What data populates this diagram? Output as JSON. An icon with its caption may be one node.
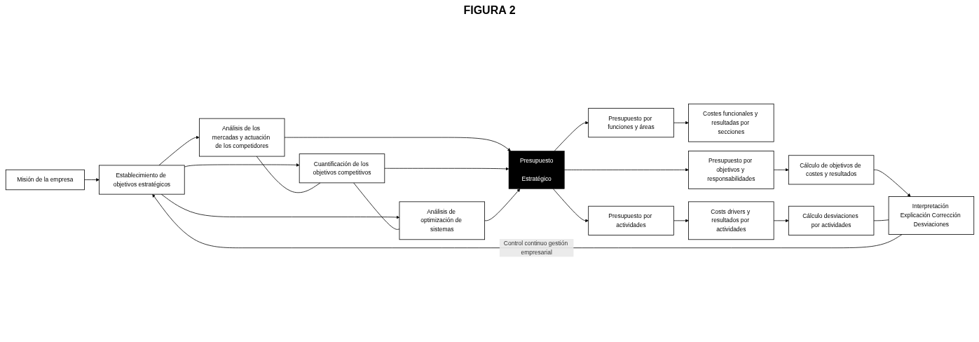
{
  "diagram": {
    "title": "FIGURA 2",
    "nodes": [
      {
        "text": [
          "Misión de la empresa"
        ]
      },
      {
        "text": [
          "Establecimiento de objetivos estratégicos"
        ]
      },
      {
        "text": [
          "Análisis de los mercadas y actuación de los competidores"
        ]
      },
      {
        "text": [
          "Cuantificación de los objetivos competitivos"
        ]
      },
      {
        "text": [
          "Análisis de optimización de sistemas"
        ]
      },
      {
        "text": [
          "Presupuesto",
          "Estratégico"
        ]
      },
      {
        "text": [
          "Presupuesto por funciones y áreas"
        ]
      },
      {
        "text": [
          "Costes funcionales y resultadas por secciones"
        ]
      },
      {
        "text": [
          "Presupuesto por actividades"
        ]
      },
      {
        "text": [
          "Costs drivers y resultados por actividades"
        ]
      },
      {
        "text": [
          "Cálculo desviaciones por actividades"
        ]
      },
      {
        "text": [
          "Presupuesto por objetivos y responsabilidades"
        ]
      },
      {
        "text": [
          "Cálculo de objetivos de costes y resultados"
        ]
      },
      {
        "text": [
          "Interpretación Explicación Corrección Desviaciones"
        ]
      }
    ],
    "edges": [
      {
        "from": 0,
        "to": 1,
        "arrow": "to"
      },
      {
        "from": 1,
        "to": 2,
        "arrow": "to"
      },
      {
        "from": 1,
        "to": 3,
        "arrow": "to"
      },
      {
        "from": 1,
        "to": 4,
        "arrow": "to"
      },
      {
        "from": 2,
        "to": 3,
        "arrow": "none"
      },
      {
        "from": 3,
        "to": 4,
        "arrow": "none"
      },
      {
        "from": 2,
        "to": 5,
        "arrow": "to"
      },
      {
        "from": 3,
        "to": 5,
        "arrow": "to"
      },
      {
        "from": 4,
        "to": 5,
        "arrow": "to"
      },
      {
        "from": 5,
        "to": 6,
        "arrow": "to"
      },
      {
        "from": 5,
        "to": 8,
        "arrow": "to"
      },
      {
        "from": 5,
        "to": 11,
        "arrow": "to"
      },
      {
        "from": 6,
        "to": 7,
        "arrow": "to"
      },
      {
        "from": 8,
        "to": 9,
        "arrow": "to"
      },
      {
        "from": 9,
        "to": 10,
        "arrow": "to"
      },
      {
        "from": 11,
        "to": 12,
        "arrow": "to"
      },
      {
        "from": 12,
        "to": 13,
        "arrow": "to"
      },
      {
        "from": 10,
        "to": 13,
        "arrow": "none"
      },
      {
        "from": 13,
        "to": 1,
        "arrow": "to",
        "label": "Control continuo gestión empresarial"
      }
    ]
  }
}
